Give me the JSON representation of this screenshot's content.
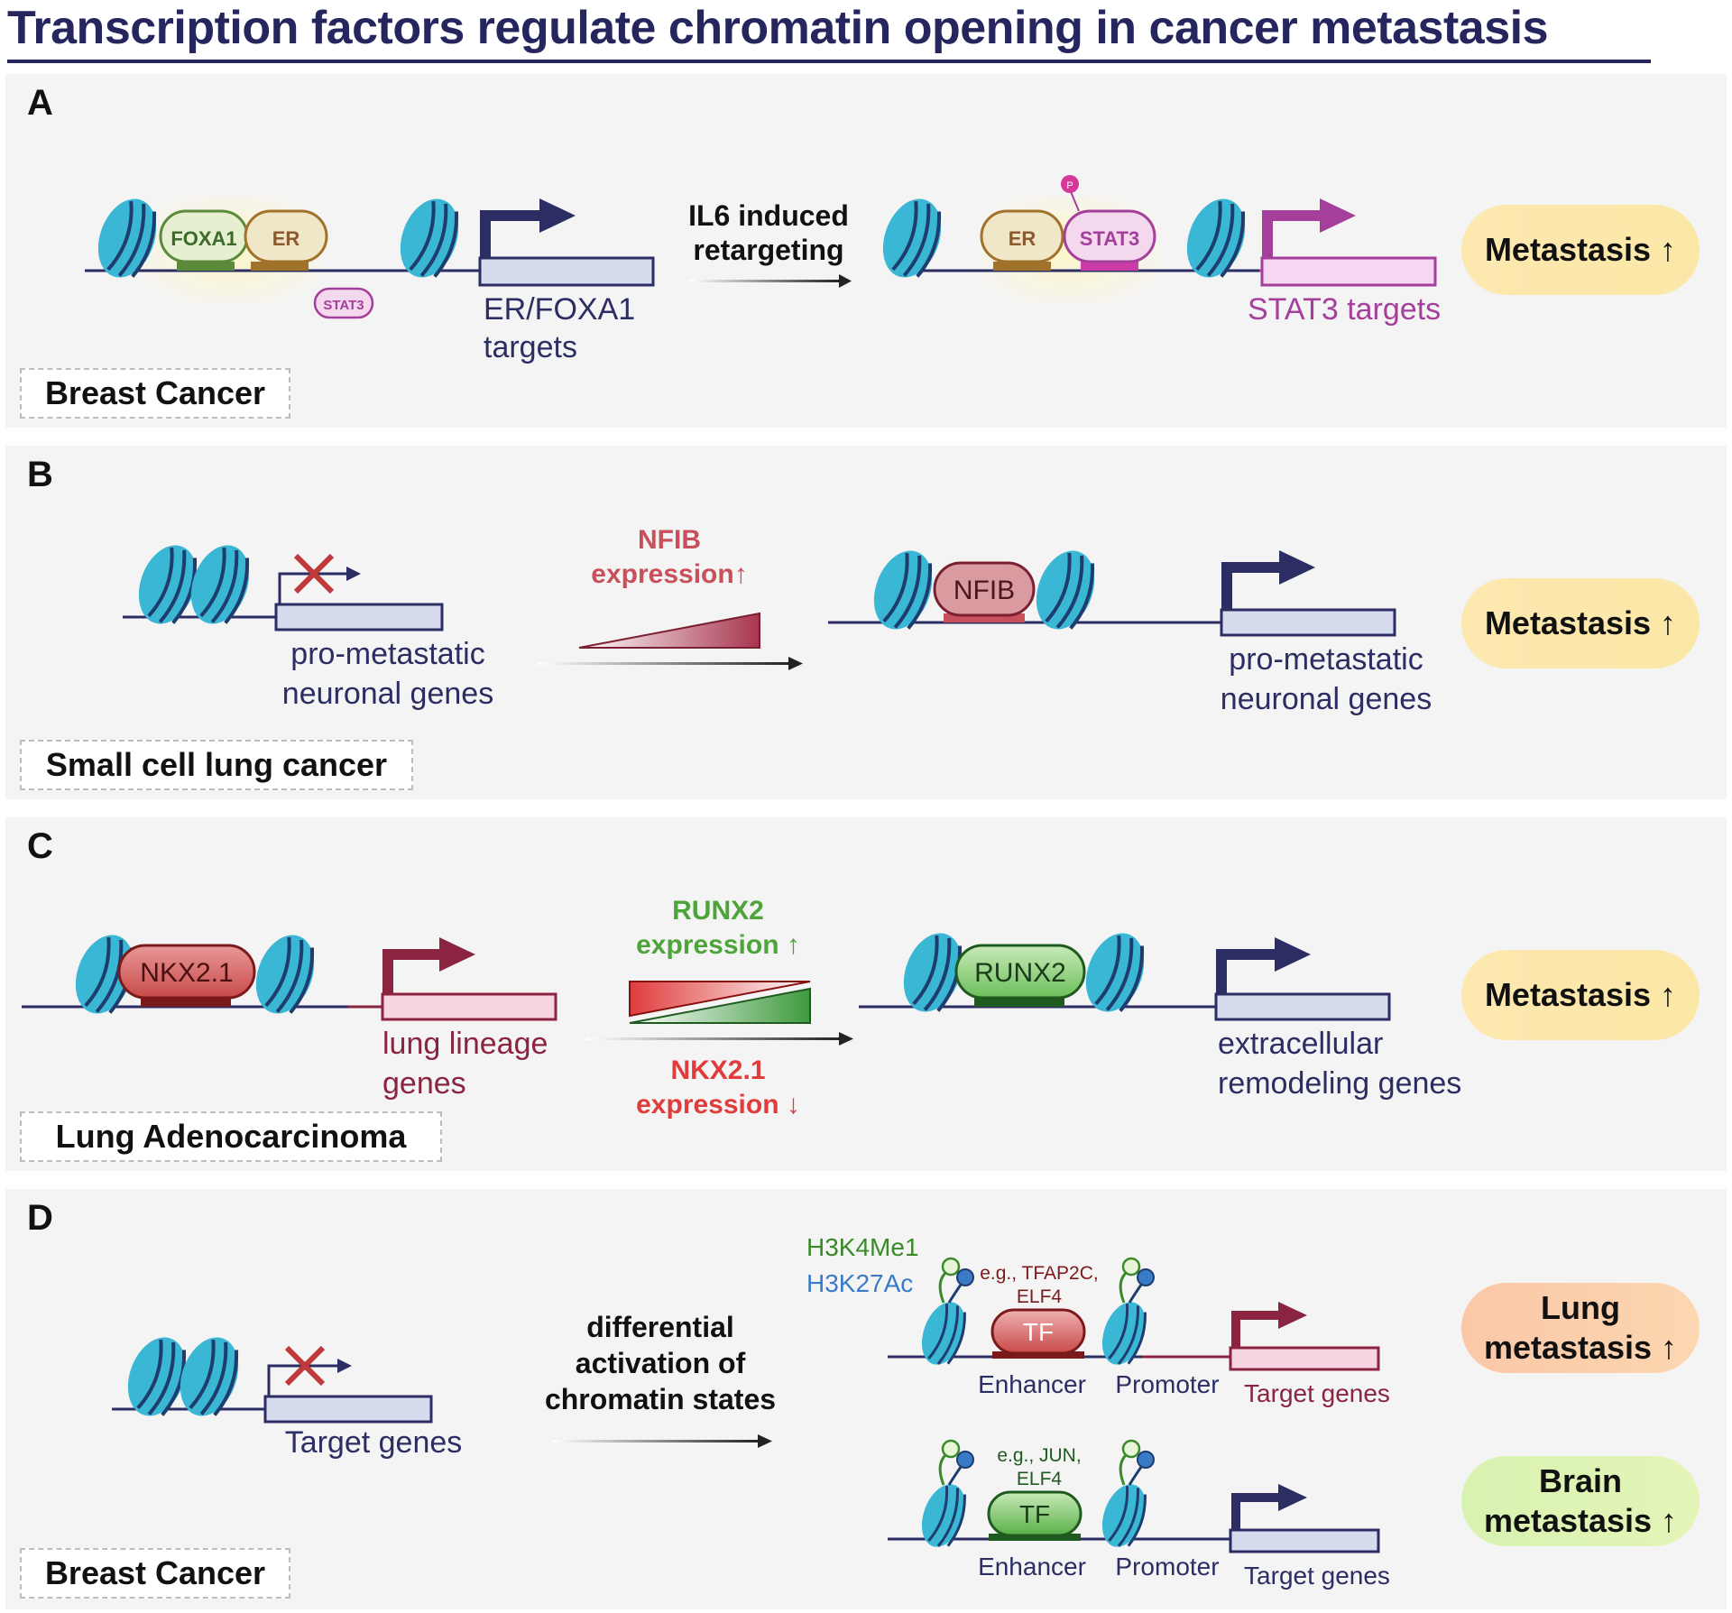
{
  "title": "Transcription factors regulate chromatin opening in cancer metastasis",
  "colors": {
    "navy": "#2b2d63",
    "nucleosome": "#3bb7d6",
    "panel_bg": "#f4f4f4",
    "stat3": "#a43f9b",
    "nfib": "#c8505a",
    "runx2_green": "#4da53a",
    "nkx_red": "#e03c3c",
    "dark_red": "#7b2030",
    "h3k4me1": "#3a8a2a",
    "h3k27ac": "#3a7bc8"
  },
  "panel_a": {
    "label": "A",
    "cancer": "Breast Cancer",
    "foxa1": "FOXA1",
    "er": "ER",
    "stat3_small": "STAT3",
    "left_target": [
      "ER/FOXA1",
      "targets"
    ],
    "arrow_text": [
      "IL6 induced",
      "retargeting"
    ],
    "er_right": "ER",
    "stat3": "STAT3",
    "phospho": "P",
    "right_target": "STAT3 targets",
    "outcome": "Metastasis ↑"
  },
  "panel_b": {
    "label": "B",
    "cancer": "Small cell lung cancer",
    "arrow_text": [
      "NFIB",
      "expression↑"
    ],
    "nfib": "NFIB",
    "left_genes": [
      "pro-metastatic",
      "neuronal genes"
    ],
    "right_genes": [
      "pro-metastatic",
      "neuronal genes"
    ],
    "outcome": "Metastasis ↑"
  },
  "panel_c": {
    "label": "C",
    "cancer": "Lung Adenocarcinoma",
    "nkx21": "NKX2.1",
    "runx2": "RUNX2",
    "arrow_up": [
      "RUNX2",
      "expression ↑"
    ],
    "arrow_down": [
      "NKX2.1",
      "expression ↓"
    ],
    "left_genes": [
      "lung lineage",
      "genes"
    ],
    "right_genes": [
      "extracellular",
      "remodeling genes"
    ],
    "outcome": "Metastasis ↑"
  },
  "panel_d": {
    "label": "D",
    "cancer": "Breast Cancer",
    "left_genes": "Target genes",
    "arrow_text": [
      "differential",
      "activation of",
      "chromatin states"
    ],
    "h3k4me1": "H3K4Me1",
    "h3k27ac": "H3K27Ac",
    "top_eg": [
      "e.g., TFAP2C,",
      "ELF4"
    ],
    "bottom_eg": [
      "e.g., JUN,",
      "ELF4"
    ],
    "tf": "TF",
    "enhancer": "Enhancer",
    "promoter": "Promoter",
    "target": "Target genes",
    "outcome_lung": [
      "Lung",
      "metastasis ↑"
    ],
    "outcome_brain": [
      "Brain",
      "metastasis ↑"
    ]
  }
}
